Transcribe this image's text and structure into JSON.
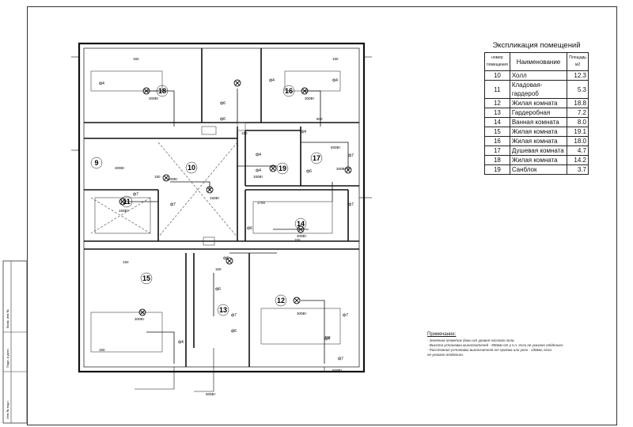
{
  "explication": {
    "title": "Экспликация помещений",
    "headers": [
      "номер помещения",
      "Наименование",
      "Площадь м2"
    ],
    "rows": [
      {
        "num": "10",
        "name": "Холл",
        "area": "12.3"
      },
      {
        "num": "11",
        "name": "Кладовая-гардероб",
        "area": "5.3"
      },
      {
        "num": "12",
        "name": "Жилая комната",
        "area": "18.8"
      },
      {
        "num": "13",
        "name": "Гардеробная",
        "area": "7.2"
      },
      {
        "num": "14",
        "name": "Ванная комната",
        "area": "8.0"
      },
      {
        "num": "15",
        "name": "Жилая комната",
        "area": "19.1"
      },
      {
        "num": "16",
        "name": "Жилая комната",
        "area": "18.0"
      },
      {
        "num": "17",
        "name": "Душевая комната",
        "area": "4.7"
      },
      {
        "num": "18",
        "name": "Жилая комната",
        "area": "14.2"
      },
      {
        "num": "19",
        "name": "Санблок",
        "area": "3.7"
      }
    ]
  },
  "rooms": [
    "18",
    "16",
    "9",
    "10",
    "19",
    "17",
    "11",
    "14",
    "15",
    "12",
    "13"
  ],
  "dimensions": [
    "150",
    "150",
    "800",
    "150",
    "1700",
    "150",
    "150",
    "150",
    "150",
    "150",
    "150"
  ],
  "lamp_labels": [
    "ф4",
    "ф6",
    "ф6",
    "ф4",
    "ф4",
    "ф4",
    "ф7",
    "ф7",
    "ф4",
    "ф4",
    "ф6",
    "ф7",
    "ф7",
    "ф6",
    "ф6",
    "ф4",
    "ф6",
    "ф7",
    "ф6",
    "ф7",
    "ф4",
    "ф7"
  ],
  "heights": [
    "300Вт",
    "300Вт",
    "300Вт",
    "600Вт",
    "300Вт",
    "150Вт",
    "150Вт",
    "300Вт",
    "300Вт",
    "300Вт",
    "150Вт",
    "300Вт",
    "600Вт",
    "600Вт"
  ],
  "notes": {
    "title": "Примечание:",
    "lines": [
      "- Значения отметок даны от уровня чистого пола.",
      "- Высота установки выключателей - 900мм от у.ч.п. если не указано отдельно.",
      "- Расстояние установки выключателя от проема или угла - 150мм, если",
      "  не указано отдельно."
    ]
  },
  "side_stamp": [
    "Инв.№ подл.",
    "Подп. и дата",
    "Взам. инв.№"
  ]
}
